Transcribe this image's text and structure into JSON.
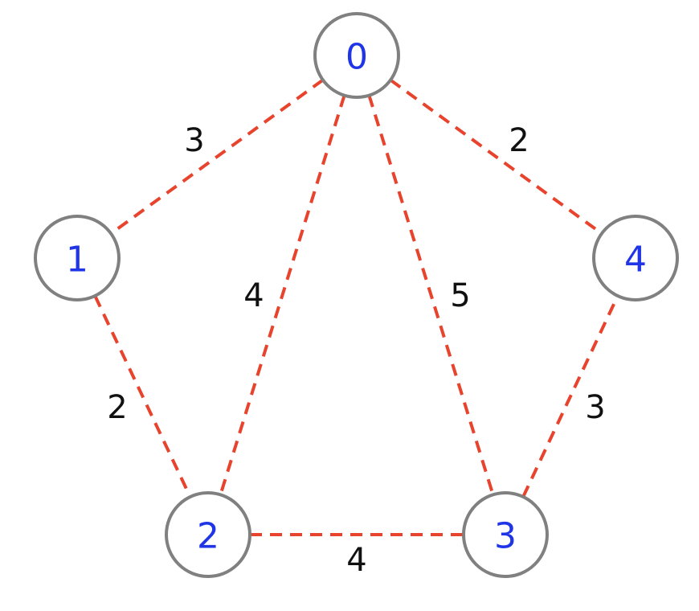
{
  "graph": {
    "nodes": [
      {
        "id": "0",
        "label": "0"
      },
      {
        "id": "1",
        "label": "1"
      },
      {
        "id": "2",
        "label": "2"
      },
      {
        "id": "3",
        "label": "3"
      },
      {
        "id": "4",
        "label": "4"
      }
    ],
    "edges": [
      {
        "from": "0",
        "to": "1",
        "weight": "3"
      },
      {
        "from": "0",
        "to": "2",
        "weight": "4"
      },
      {
        "from": "0",
        "to": "3",
        "weight": "5"
      },
      {
        "from": "0",
        "to": "4",
        "weight": "2"
      },
      {
        "from": "1",
        "to": "2",
        "weight": "2"
      },
      {
        "from": "2",
        "to": "3",
        "weight": "4"
      },
      {
        "from": "3",
        "to": "4",
        "weight": "3"
      }
    ]
  },
  "colors": {
    "edge": "#e8432d",
    "node_border": "#808080",
    "node_label": "#1f35e6",
    "weight_label": "#111111"
  }
}
